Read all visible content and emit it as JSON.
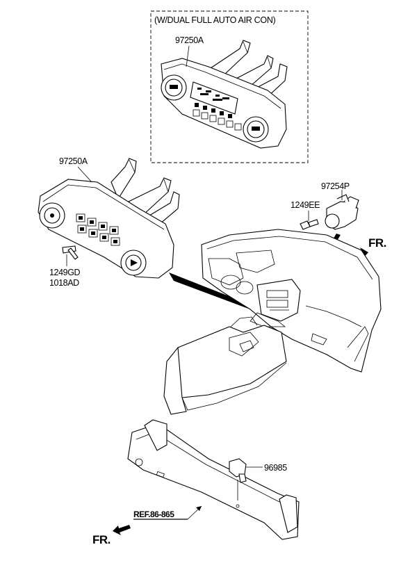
{
  "diagram": {
    "option_box_title": "(W/DUAL FULL AUTO AIR CON)",
    "parts": {
      "heater_control_dual": "97250A",
      "heater_control": "97250A",
      "sensor": "97254P",
      "screw_small": "1249EE",
      "screw": "1249GD",
      "bolt": "1018AD",
      "switch": "96985"
    },
    "reference": "REF.86-865",
    "direction_label": "FR.",
    "colors": {
      "line": "#000000",
      "background": "#ffffff"
    }
  }
}
